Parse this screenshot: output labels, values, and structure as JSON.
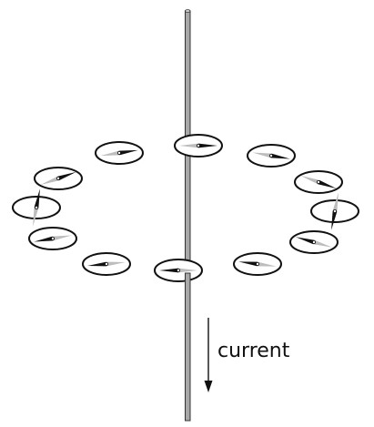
{
  "diagram": {
    "label": "current",
    "current_direction": "down",
    "colors": {
      "wire": "#a8a8a8",
      "needle_north": "#111111",
      "needle_south": "#bdbdbd",
      "outline": "#111111"
    },
    "compass_count": 12
  }
}
